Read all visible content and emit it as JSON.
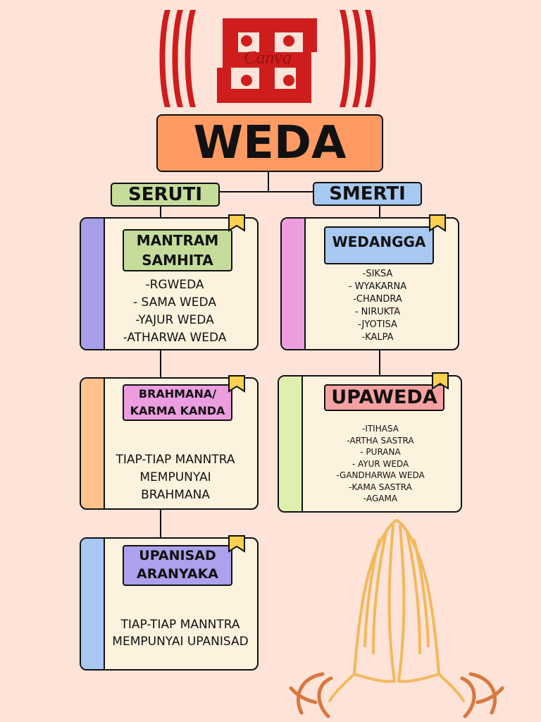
{
  "header": {
    "watermark": "Canva"
  },
  "title": "WEDA",
  "branches": {
    "left": "SERUTI",
    "right": "SMERTI"
  },
  "cards": {
    "mantram": {
      "label_line1": "MANTRAM",
      "label_line2": "SAMHITA",
      "items": [
        "-RGWEDA",
        "- SAMA WEDA",
        "-YAJUR WEDA",
        "-ATHARWA WEDA"
      ]
    },
    "brahmana": {
      "label_line1": "BRAHMANA/",
      "label_line2": "KARMA KANDA",
      "text_lines": [
        "TIAP-TIAP MANNTRA",
        "MEMPUNYAI",
        "BRAHMANA"
      ]
    },
    "upanisad": {
      "label_line1": "UPANISAD",
      "label_line2": "ARANYAKA",
      "text_lines": [
        "TIAP-TIAP MANNTRA",
        "MEMPUNYAI UPANISAD"
      ]
    },
    "wedangga": {
      "label": "WEDANGGA",
      "items": [
        "-SIKSA",
        "- WYAKARNA",
        "-CHANDRA",
        "- NIRUKTA",
        "-JYOTISA",
        "-KALPA"
      ]
    },
    "upaweda": {
      "label": "UPAWEDA",
      "items": [
        "-ITIHASA",
        "-ARTHA SASTRA",
        "- PURANA",
        "- AYUR WEDA",
        "-GANDHARWA WEDA",
        "-KAMA SASTRA",
        "-AGAMA"
      ]
    }
  },
  "colors": {
    "background": "#fde3d8",
    "title": "#ff9a62",
    "seruti": "#c5dc9a",
    "smerti": "#a7c8f0",
    "card": "#fdf2dd",
    "flag": "#fdd052",
    "symbol": "#cf1d1d",
    "hands": "#f2b95c"
  }
}
